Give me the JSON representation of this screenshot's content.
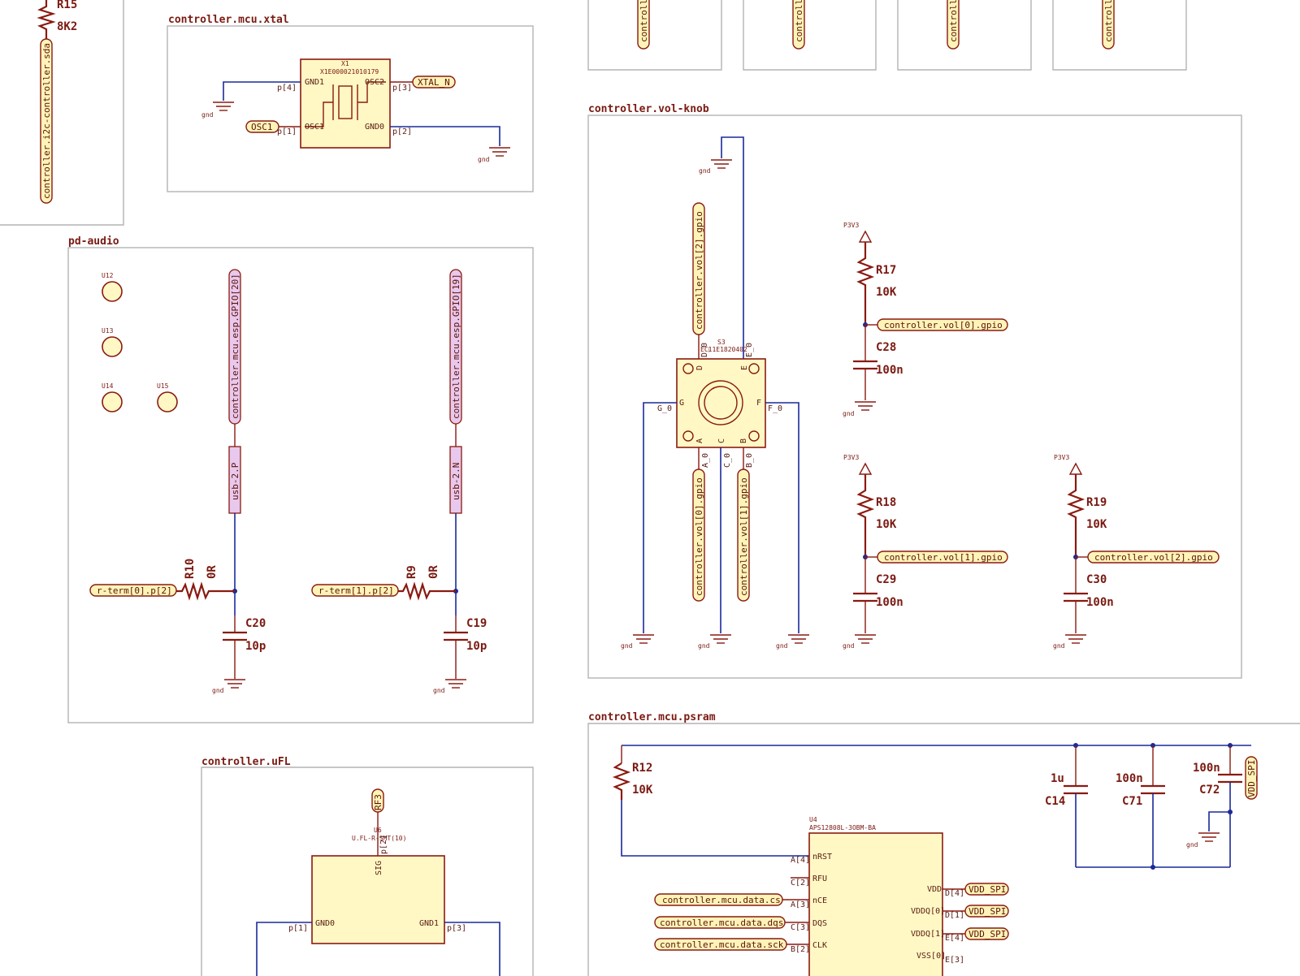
{
  "blocks": {
    "xtal": "controller.mcu.xtal",
    "pd_audio": "pd-audio",
    "vol_knob": "controller.vol-knob",
    "psram": "controller.mcu.psram",
    "ufl": "controller.uFL"
  },
  "gnd": "gnd",
  "p3v3": "P3V3",
  "r15": {
    "ref": "R15",
    "value": "8K2",
    "net": "controller.i2c-controller.sda"
  },
  "top_nets": [
    "controll",
    "controll",
    "controll",
    "controll"
  ],
  "x1": {
    "ref": "X1",
    "part": "X1E000021010179",
    "pins": {
      "gnd1": "GND1",
      "osc2": "OSC2",
      "osc1": "OSC1",
      "gnd0": "GND0"
    },
    "pin_nums": {
      "p4": "p[4]",
      "p3": "p[3]",
      "p1": "p[1]",
      "p2": "p[2]"
    },
    "net_xtal_n": "XTAL_N",
    "net_osc1": "OSC1"
  },
  "pd_audio": {
    "u12": "U12",
    "u13": "U13",
    "u14": "U14",
    "u15": "U15",
    "gpio20": "controller.mcu.esp.GPIO[20]",
    "gpio19": "controller.mcu.esp.GPIO[19]",
    "usb_p": "usb-2.P",
    "usb_n": "usb-2.N",
    "rterm0": "r-term[0].p[2]",
    "rterm1": "r-term[1].p[2]",
    "r10": {
      "ref": "R10",
      "value": "0R"
    },
    "r9": {
      "ref": "R9",
      "value": "0R"
    },
    "c20": {
      "ref": "C20",
      "value": "10p"
    },
    "c19": {
      "ref": "C19",
      "value": "10p"
    }
  },
  "vol": {
    "s3": {
      "ref": "S3",
      "part": "EC11E1820402"
    },
    "pins": {
      "d": "D",
      "e": "E",
      "g": "G",
      "f": "F",
      "a": "A",
      "c": "C",
      "b": "B"
    },
    "pin_nums": {
      "d0": "D_0",
      "e0": "E_0",
      "g0": "G_0",
      "f0": "F_0",
      "a0": "A_0",
      "c0": "C_0",
      "b0": "B_0"
    },
    "net_vol2_top": "controller.vol[2].gpio",
    "net_vol0_bot": "controller.vol[0].gpio",
    "net_vol1_bot": "controller.vol[1].gpio",
    "r17": {
      "ref": "R17",
      "value": "10K",
      "net": "controller.vol[0].gpio"
    },
    "c28": {
      "ref": "C28",
      "value": "100n"
    },
    "r18": {
      "ref": "R18",
      "value": "10K",
      "net": "controller.vol[1].gpio"
    },
    "c29": {
      "ref": "C29",
      "value": "100n"
    },
    "r19": {
      "ref": "R19",
      "value": "10K",
      "net": "controller.vol[2].gpio"
    },
    "c30": {
      "ref": "C30",
      "value": "100n"
    }
  },
  "ufl": {
    "net_rf3": "RF3",
    "u6": {
      "ref": "U6",
      "part": "U.FL-R-SMT(10)"
    },
    "pins": {
      "sig": "SIG",
      "gnd0": "GND0",
      "gnd1": "GND1"
    },
    "pin_nums": {
      "p2": "p[2]",
      "p1": "p[1]",
      "p3": "p[3]"
    }
  },
  "psram": {
    "r12": {
      "ref": "R12",
      "value": "10K"
    },
    "c14": {
      "ref": "C14",
      "value": "1u"
    },
    "c71": {
      "ref": "C71",
      "value": "100n"
    },
    "c72": {
      "ref": "C72",
      "value": "100n"
    },
    "vdd_net": "VDD_SPI",
    "u4": {
      "ref": "U4",
      "part": "APS12808L-3OBM-BA"
    },
    "left_pins": [
      {
        "num": "A[4]",
        "name": "nRST"
      },
      {
        "num": "C[2]",
        "name": "RFU"
      },
      {
        "num": "A[3]",
        "name": "nCE"
      },
      {
        "num": "C[3]",
        "name": "DQS"
      },
      {
        "num": "B[2]",
        "name": "CLK"
      }
    ],
    "right_pins": [
      {
        "num": "D[4]",
        "name": "VDD"
      },
      {
        "num": "D[1]",
        "name": "VDDQ[0]"
      },
      {
        "num": "E[4]",
        "name": "VDDQ[1]"
      },
      {
        "num": "E[3]",
        "name": "VSS[0]"
      }
    ],
    "net_cs": "controller.mcu.data.cs",
    "net_dqs": "controller.mcu.data.dqs",
    "net_sck": "controller.mcu.data.sck",
    "vdd_spi_1": "VDD_SPI",
    "vdd_spi_2": "VDD_SPI",
    "vdd_spi_3": "VDD_SPI"
  }
}
